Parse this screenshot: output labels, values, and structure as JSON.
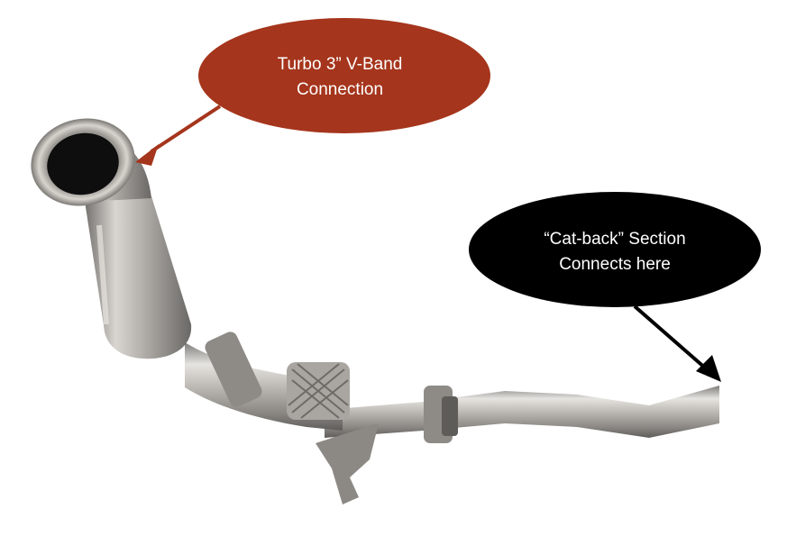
{
  "callouts": {
    "turbo": {
      "line1": "Turbo 3” V-Band",
      "line2": "Connection",
      "fill": "#a5351c"
    },
    "catback": {
      "line1": "“Cat-back” Section",
      "line2": "Connects here",
      "fill": "#000000"
    }
  },
  "photo": {
    "subject": "downpipe-exhaust",
    "metal_color": "#b8b6b2"
  }
}
